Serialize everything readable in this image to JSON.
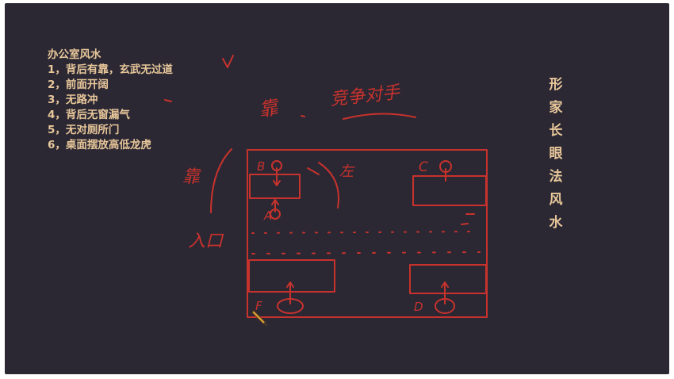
{
  "notes": {
    "heading": "办公室风水",
    "items": [
      "1，背后有靠，玄武无过道",
      "2，前面开阔",
      "3，无路冲",
      "4，背后无窗漏气",
      "5，无对厕所门",
      "6，桌面摆放高低龙虎"
    ]
  },
  "side_title": [
    "形",
    "家",
    "长",
    "眼",
    "法",
    "风",
    "水"
  ],
  "sketch": {
    "handwriting_top_left": "靠",
    "handwriting_top_right": "竞争对手",
    "handwriting_left": "靠",
    "handwriting_entrance": "入口",
    "handwriting_wall": "左",
    "desk_labels": [
      "B",
      "A",
      "C",
      "F",
      "D"
    ]
  },
  "colors": {
    "board": "#2b2834",
    "text": "#e8c79a",
    "ink": "#c8322c"
  },
  "icons": [
    "pencil-icon"
  ]
}
